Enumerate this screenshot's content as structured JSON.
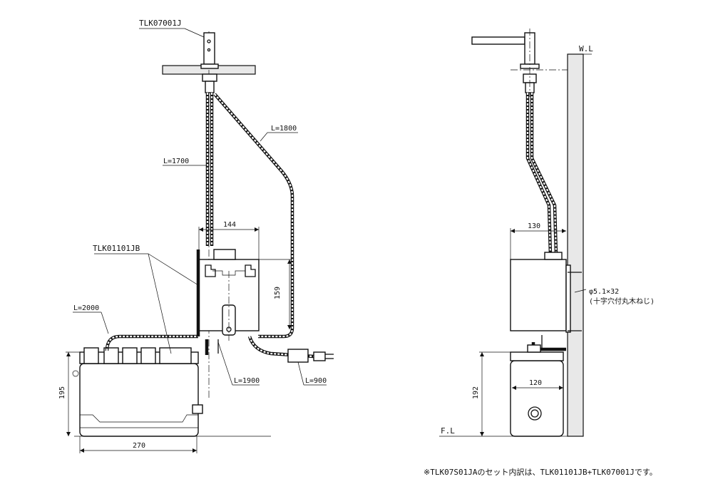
{
  "front_view": {
    "faucet_part": "TLK07001J",
    "controller_part": "TLK01101JB",
    "hose_lengths": [
      "L=1700",
      "L=1800",
      "L=2000",
      "L=1900",
      "L=900"
    ],
    "dim_width_controller": "144",
    "dim_height_controller": "159",
    "dim_height_tank": "195",
    "dim_width_tank": "270"
  },
  "side_view": {
    "wall_label": "W.L",
    "floor_label": "F.L",
    "dim_depth_controller": "130",
    "dim_depth_tank": "120",
    "dim_height_tank": "192",
    "screw_spec": "φ5.1×32",
    "screw_desc": "(十字穴付丸木ねじ)"
  },
  "footnote": "※TLK07S01JAのセット内訳は、TLK01101JB+TLK07001Jです。"
}
